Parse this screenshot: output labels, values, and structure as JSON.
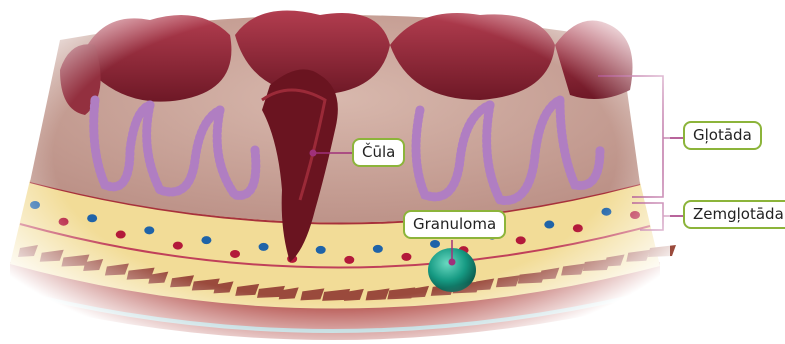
{
  "labels": {
    "ulcer": "Čūla",
    "granuloma": "Granuloma",
    "mucosa": "Gļotāda",
    "submucosa": "Zemgļotāda"
  },
  "colors": {
    "accent_green": "#8cb43a",
    "bracket_magenta": "#a0307a",
    "mucosa_tissue": "#c9a79c",
    "crypt_purple": "#b07ec2",
    "fold_red": "#8c2331",
    "ulcer_red": "#6a1420",
    "submucosa_yellow": "#f2dc97",
    "granuloma_teal": "#169a83"
  }
}
